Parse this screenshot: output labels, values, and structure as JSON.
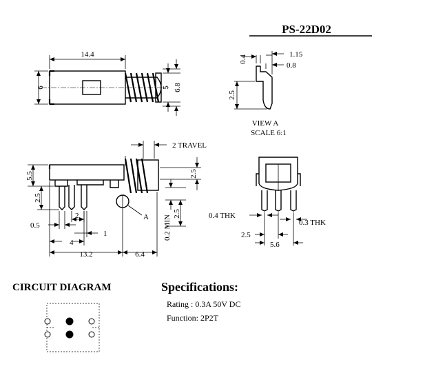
{
  "title": "PS-22D02",
  "top_view": {
    "dim_length": "14.4",
    "dim_width": "6",
    "dim_right_inner": "5",
    "dim_right_outer": "6.8"
  },
  "view_a": {
    "dim_a": "0.4",
    "dim_b": "1.15",
    "dim_c": "0.8",
    "dim_d": "2.5",
    "caption": "VIEW A",
    "scale": "SCALE 6:1"
  },
  "side_view": {
    "travel": "2 TRAVEL",
    "dim_height": "5.5",
    "dim_pin_len": "2.5",
    "dim_knob_h": "2.5",
    "dim_pin_w": "0.5",
    "dim_pitch": "2",
    "dim_gap": "1",
    "dim_4": "4",
    "dim_total": "13.2",
    "dim_knob_off": "6.4",
    "dim_min": "0.2 MIN",
    "dim_min_len": "2.5",
    "detail_label": "A"
  },
  "end_view": {
    "thk_left": "0.4 THK",
    "thk_right": "0.3 THK",
    "dim_left": "2.5",
    "dim_right": "5.6"
  },
  "circuit": {
    "heading": "CIRCUIT DIAGRAM",
    "pins": [
      [
        "open",
        "filled",
        "open"
      ],
      [
        "open",
        "filled",
        "open"
      ]
    ]
  },
  "specs": {
    "heading": "Specifications:",
    "rating": "Rating : 0.3A 50V DC",
    "function": "Function: 2P2T"
  }
}
